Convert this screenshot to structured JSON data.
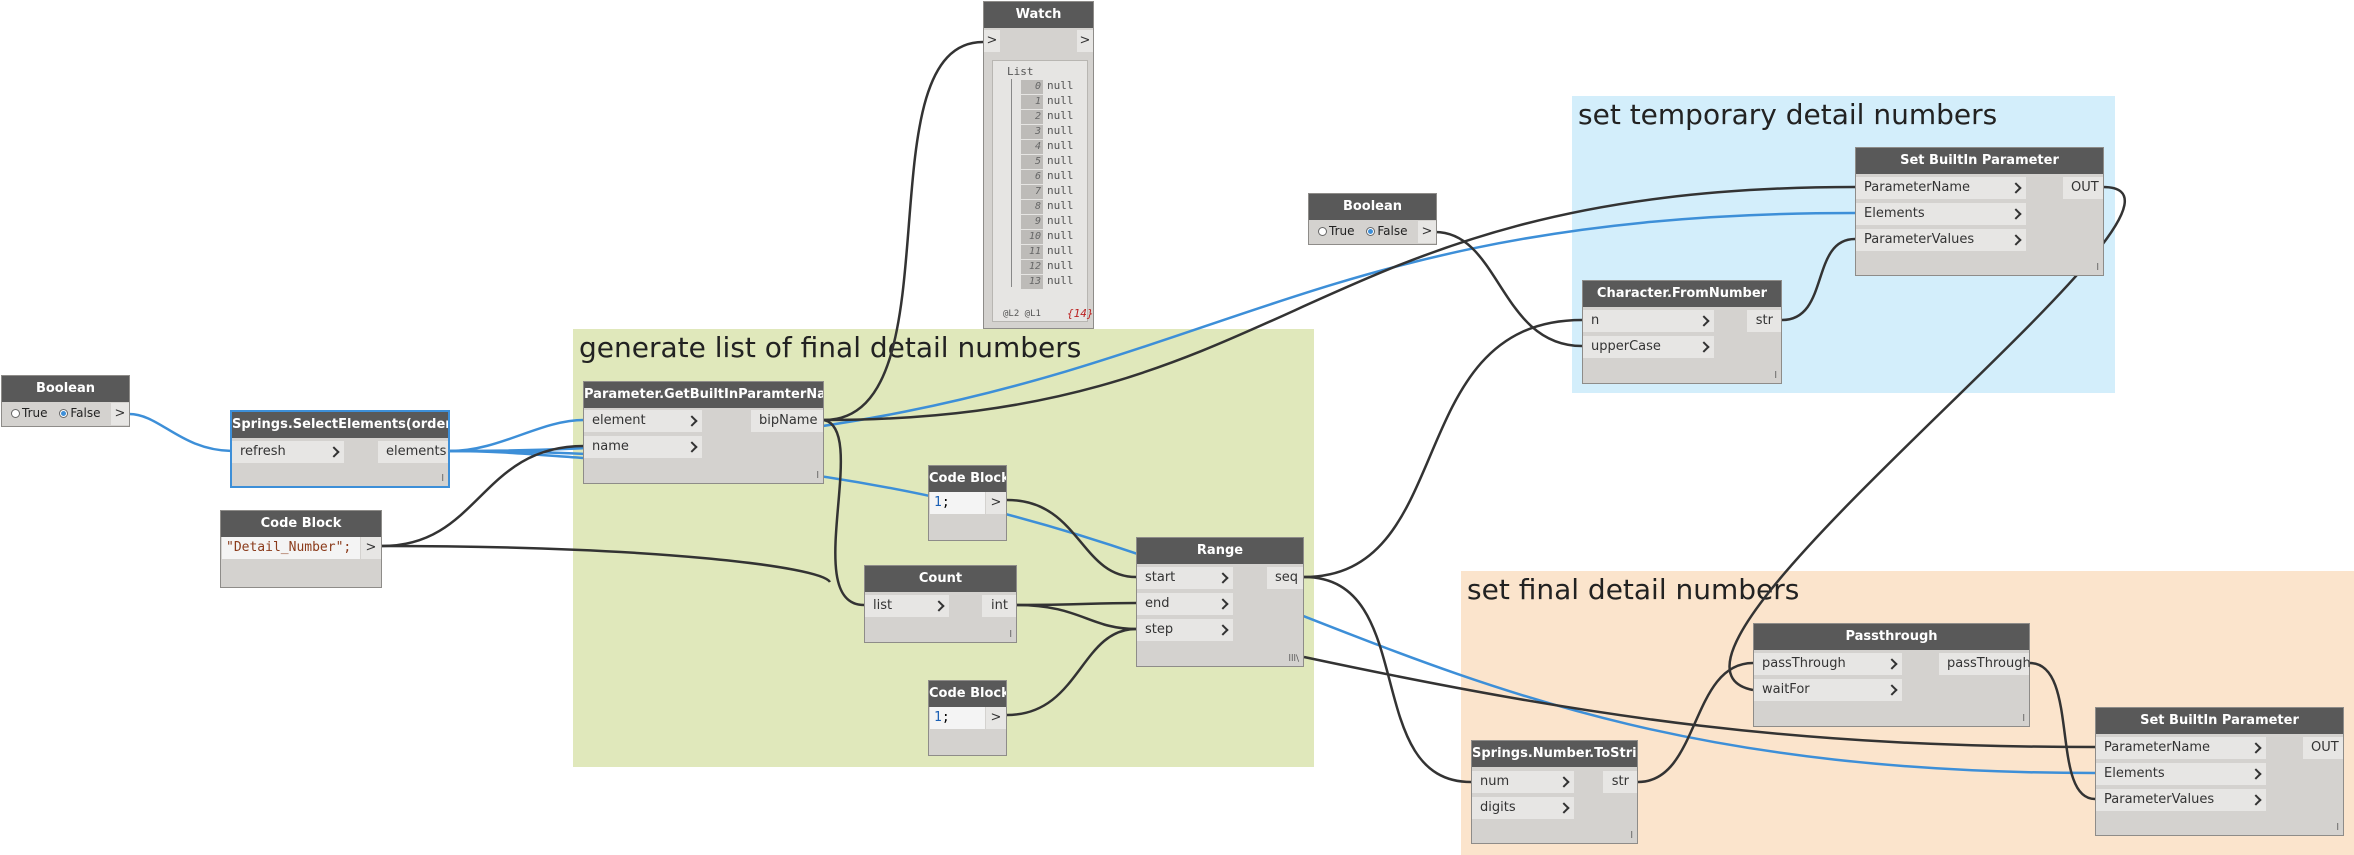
{
  "groups": {
    "generate": "generate list of final detail numbers",
    "temp": "set temporary detail numbers",
    "final": "set final detail numbers"
  },
  "nodes": {
    "boolean_left": {
      "title": "Boolean",
      "true_label": "True",
      "false_label": "False",
      "value": false,
      "out": ">"
    },
    "select_elements": {
      "title": "Springs.SelectElements(ordered)",
      "in_refresh": "refresh",
      "out_elements": "elements",
      "lacing": "l"
    },
    "code_block_name": {
      "title": "Code Block",
      "code": "\"Detail_Number\";",
      "out": ">"
    },
    "get_builtin": {
      "title": "Parameter.GetBuiltInParamterName",
      "in_element": "element",
      "in_name": "name",
      "out_bipname": "bipName",
      "lacing": "l"
    },
    "watch": {
      "title": "Watch",
      "in": ">",
      "out": ">",
      "list_label": "List",
      "items": [
        {
          "index": "0",
          "value": "null"
        },
        {
          "index": "1",
          "value": "null"
        },
        {
          "index": "2",
          "value": "null"
        },
        {
          "index": "3",
          "value": "null"
        },
        {
          "index": "4",
          "value": "null"
        },
        {
          "index": "5",
          "value": "null"
        },
        {
          "index": "6",
          "value": "null"
        },
        {
          "index": "7",
          "value": "null"
        },
        {
          "index": "8",
          "value": "null"
        },
        {
          "index": "9",
          "value": "null"
        },
        {
          "index": "10",
          "value": "null"
        },
        {
          "index": "11",
          "value": "null"
        },
        {
          "index": "12",
          "value": "null"
        },
        {
          "index": "13",
          "value": "null"
        }
      ],
      "levels": "@L2 @L1",
      "count": "{14}"
    },
    "code_block_1a": {
      "title": "Code Block",
      "code_num": "1",
      "code_end": ";",
      "out": ">"
    },
    "count": {
      "title": "Count",
      "in_list": "list",
      "out_int": "int",
      "lacing": "l"
    },
    "code_block_1b": {
      "title": "Code Block",
      "code_num": "1",
      "code_end": ";",
      "out": ">"
    },
    "range": {
      "title": "Range",
      "in_start": "start",
      "in_end": "end",
      "in_step": "step",
      "out_seq": "seq",
      "lacing": "lll\\"
    },
    "boolean_mid": {
      "title": "Boolean",
      "true_label": "True",
      "false_label": "False",
      "value": false,
      "out": ">"
    },
    "char_from_number": {
      "title": "Character.FromNumber",
      "in_n": "n",
      "in_uppercase": "upperCase",
      "out_str": "str",
      "lacing": "l"
    },
    "set_builtin_top": {
      "title": "Set BuiltIn Parameter",
      "in_paramname": "ParameterName",
      "in_elements": "Elements",
      "in_paramvalues": "ParameterValues",
      "out": "OUT",
      "lacing": "l"
    },
    "passthrough": {
      "title": "Passthrough",
      "in_passthrough": "passThrough",
      "in_waitfor": "waitFor",
      "out_passthrough": "passThrough",
      "lacing": "l"
    },
    "number_tostring": {
      "title": "Springs.Number.ToString",
      "in_num": "num",
      "in_digits": "digits",
      "out_str": "str",
      "lacing": "l"
    },
    "set_builtin_bottom": {
      "title": "Set BuiltIn Parameter",
      "in_paramname": "ParameterName",
      "in_elements": "Elements",
      "in_paramvalues": "ParameterValues",
      "out": "OUT",
      "lacing": "l"
    }
  },
  "colors": {
    "group_generate": "#e0e8bb",
    "group_temp": "#d3eefb",
    "group_final": "#fbe4cc",
    "wire_dark": "#333333",
    "wire_blue": "#3d8fd8",
    "node_header": "#595959",
    "node_body": "#d4d2cf"
  }
}
